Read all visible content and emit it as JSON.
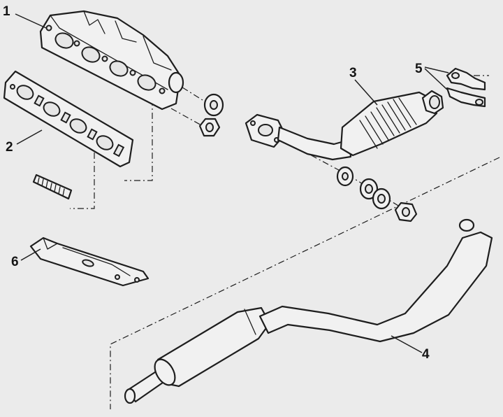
{
  "callouts": {
    "c1": "1",
    "c2": "2",
    "c3": "3",
    "c4": "4",
    "c5": "5",
    "c6": "6"
  },
  "colors": {
    "background": "#ebebeb",
    "ink": "#1e1e1e",
    "part_fill": "#f1f1f1"
  }
}
